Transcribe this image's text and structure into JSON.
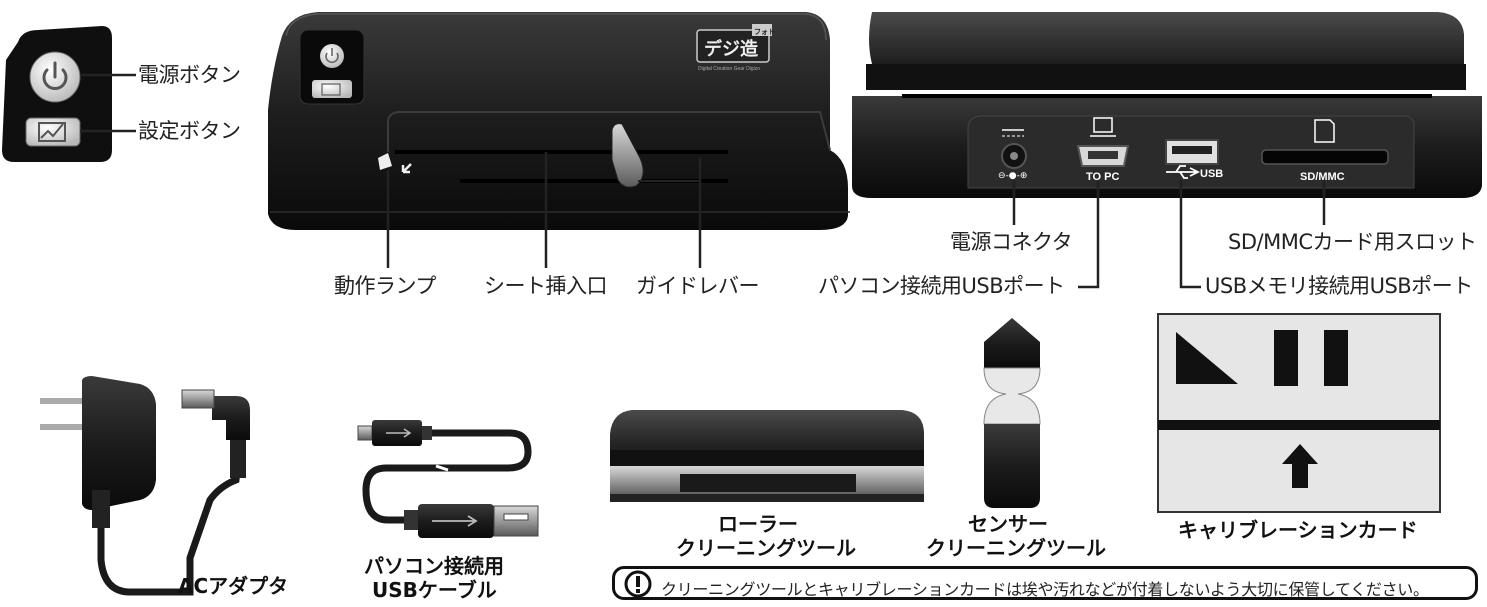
{
  "buttons": {
    "power": "電源ボタン",
    "settings": "設定ボタン"
  },
  "front": {
    "lamp": "動作ランプ",
    "slot": "シート挿入口",
    "lever": "ガイドレバー",
    "logo": "デジ造",
    "logo_sub": "フォト"
  },
  "rear": {
    "dc": "電源コネクタ",
    "pc_usb": "パソコン接続用USBポート",
    "sd_slot": "SD/MMCカード用スロット",
    "usb_mem": "USBメモリ接続用USBポート",
    "port_topc": "TO PC",
    "port_usb": "USB",
    "port_sdmmc": "SD/MMC"
  },
  "accessories": {
    "ac": "ACアダプタ",
    "usb_cable_1": "パソコン接続用",
    "usb_cable_2": "USBケーブル",
    "roller_1": "ローラー",
    "roller_2": "クリーニングツール",
    "sensor_1": "センサー",
    "sensor_2": "クリーニングツール",
    "calib": "キャリブレーションカード"
  },
  "note": "クリーニングツールとキャリブレーションカードは埃や汚れなどが付着しないよう大切に保管してください。",
  "icons": {
    "power": "power-icon",
    "settings": "settings-icon",
    "caution": "exclamation-icon",
    "usb": "usb-icon",
    "sd": "sd-card-icon",
    "pc": "computer-icon"
  }
}
